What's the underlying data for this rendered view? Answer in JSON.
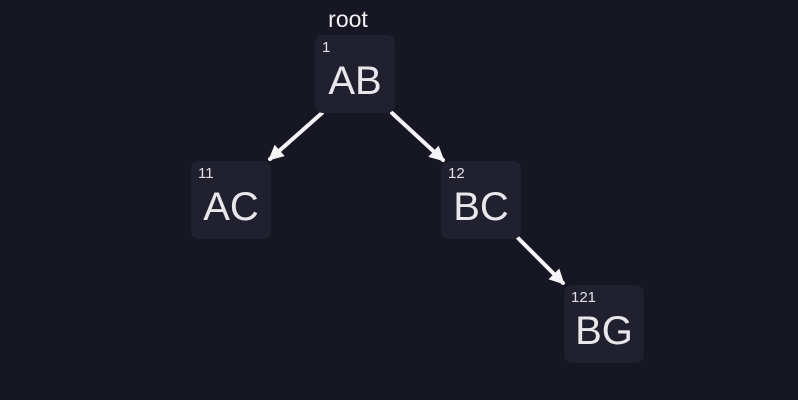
{
  "colors": {
    "background": "#171723",
    "node_background": "#20202e",
    "node_label": "#e7e7ec",
    "node_id": "#e0e0e6",
    "root_label": "#f2f2f5",
    "arrow": "#f5f5f7"
  },
  "tree": {
    "root_annotation": "root",
    "nodes": [
      {
        "id": "1",
        "label": "AB"
      },
      {
        "id": "11",
        "label": "AC"
      },
      {
        "id": "12",
        "label": "BC"
      },
      {
        "id": "121",
        "label": "BG"
      }
    ],
    "edges": [
      {
        "from": "AB",
        "to": "AC"
      },
      {
        "from": "AB",
        "to": "BC"
      },
      {
        "from": "BC",
        "to": "BG"
      }
    ]
  }
}
